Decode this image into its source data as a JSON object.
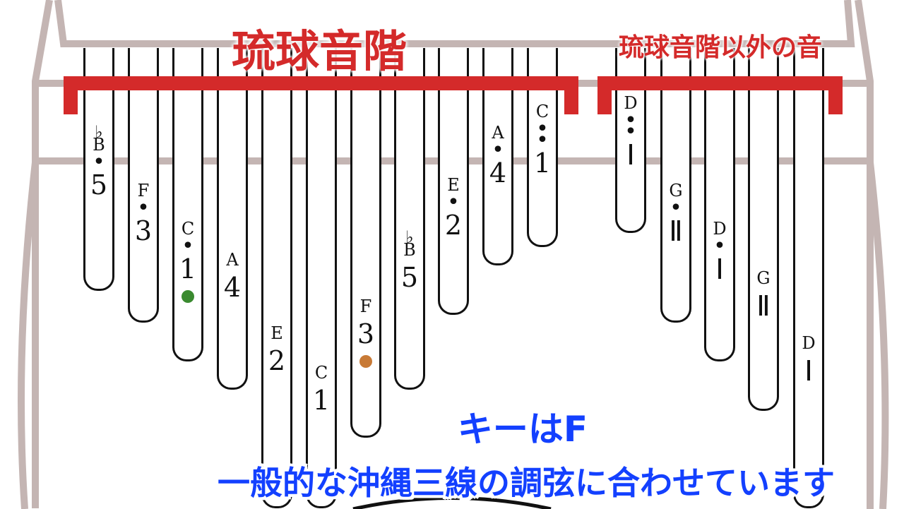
{
  "colors": {
    "frame": "#c4b5b3",
    "bracket": "#d42a2a",
    "title_red": "#d42a2a",
    "caption_blue": "#1340ff",
    "caption_outline": "#0a1fb8",
    "marker_green": "#3a8a2f",
    "marker_orange": "#c87a36"
  },
  "headings": {
    "ryukyu": "琉球音階",
    "other": "琉球音階以外の音"
  },
  "caption": {
    "line1": "キーはF",
    "line2": "一般的な沖縄三線の調弦に合わせています"
  },
  "tines": [
    {
      "flat": "♭",
      "letter": "B",
      "dot_above": true,
      "num": "5"
    },
    {
      "flat": "",
      "letter": "F",
      "dot_above": true,
      "num": "3"
    },
    {
      "flat": "",
      "letter": "C",
      "dot_above": true,
      "num": "1",
      "marker": "green"
    },
    {
      "flat": "",
      "letter": "A",
      "dot_above": false,
      "num": "4"
    },
    {
      "flat": "",
      "letter": "E",
      "dot_above": false,
      "num": "2"
    },
    {
      "flat": "",
      "letter": "C",
      "dot_above": false,
      "num": "1"
    },
    {
      "flat": "",
      "letter": "F",
      "dot_above": false,
      "num": "3",
      "marker": "orange"
    },
    {
      "flat": "♭",
      "letter": "B",
      "dot_above": false,
      "num": "5"
    },
    {
      "flat": "",
      "letter": "E",
      "dot_above": true,
      "num": "2"
    },
    {
      "flat": "",
      "letter": "A",
      "dot_above": true,
      "num": "4"
    },
    {
      "flat": "",
      "letter": "C",
      "dot_above": true,
      "num": "1",
      "double_dot": true
    },
    {
      "flat": "",
      "letter": "D",
      "dot_above": true,
      "num": "Ⅰ",
      "double_dot": true
    },
    {
      "flat": "",
      "letter": "G",
      "dot_above": true,
      "num": "Ⅱ"
    },
    {
      "flat": "",
      "letter": "D",
      "dot_above": true,
      "num": "Ⅰ"
    },
    {
      "flat": "",
      "letter": "G",
      "dot_above": false,
      "num": "Ⅱ"
    },
    {
      "flat": "",
      "letter": "D",
      "dot_above": false,
      "num": "Ⅰ"
    }
  ]
}
